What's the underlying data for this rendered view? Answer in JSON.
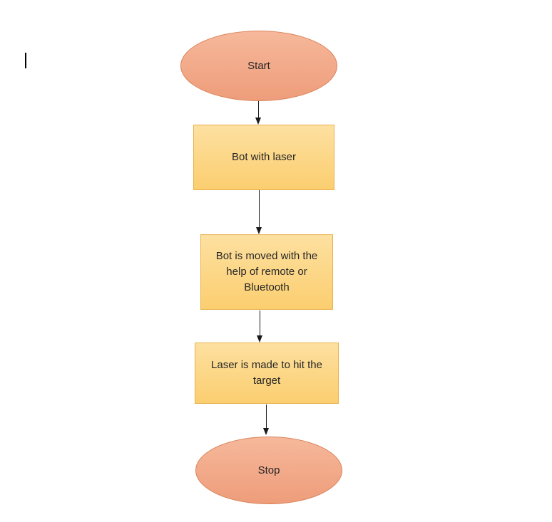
{
  "flowchart": {
    "nodes": [
      {
        "id": "start",
        "type": "ellipse",
        "label": "Start"
      },
      {
        "id": "step1",
        "type": "rect",
        "label": "Bot with laser"
      },
      {
        "id": "step2",
        "type": "rect",
        "label": "Bot is moved with the help of remote or Bluetooth"
      },
      {
        "id": "step3",
        "type": "rect",
        "label": "Laser is made to hit the target"
      },
      {
        "id": "stop",
        "type": "ellipse",
        "label": "Stop"
      }
    ],
    "connectors": [
      {
        "from": "start",
        "to": "step1"
      },
      {
        "from": "step1",
        "to": "step2"
      },
      {
        "from": "step2",
        "to": "step3"
      },
      {
        "from": "step3",
        "to": "stop"
      }
    ],
    "colors": {
      "ellipse_fill_top": "#f6b89b",
      "ellipse_fill_bottom": "#ee9d7a",
      "ellipse_border": "#d9835a",
      "rect_fill_top": "#fde0a0",
      "rect_fill_bottom": "#fbce70",
      "rect_border": "#e8b04b",
      "arrow": "#1a1a1a",
      "text": "#262626"
    }
  }
}
